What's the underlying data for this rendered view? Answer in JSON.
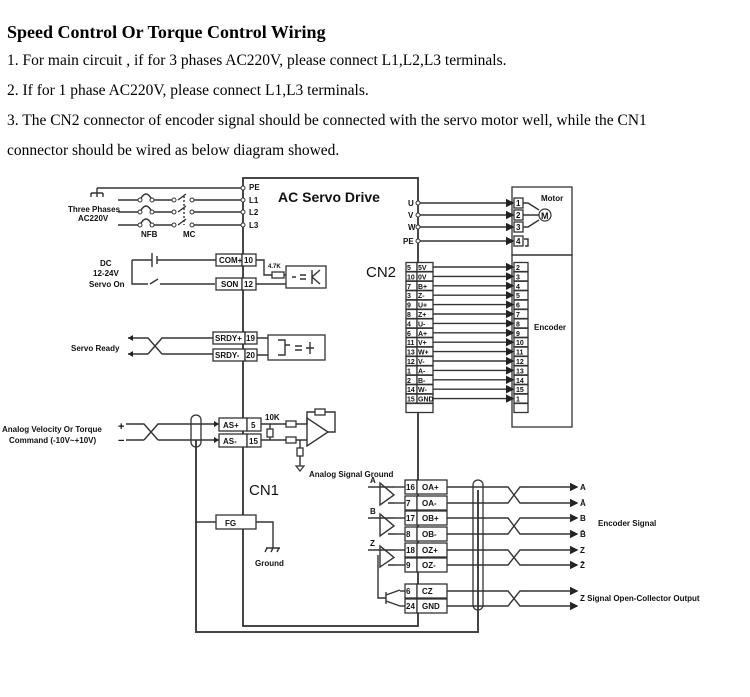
{
  "document": {
    "title": "Speed Control Or Torque Control Wiring",
    "paragraphs": [
      "1. For main circuit , if for 3 phases AC220V, please connect L1,L2,L3 terminals.",
      "2. If for 1 phase AC220V, please connect L1,L3 terminals.",
      "3. The CN2 connector of encoder signal should be connected with the servo motor well, while the CN1",
      "connector should be wired as below diagram showed."
    ]
  },
  "diagram": {
    "drive_title": "AC Servo Drive",
    "cn1_label": "CN1",
    "cn2_label": "CN2",
    "power": {
      "source_label_1": "Three Phases",
      "source_label_2": "AC220V",
      "nfb_label": "NFB",
      "mc_label": "MC",
      "terminals": [
        "PE",
        "L1",
        "L2",
        "L3"
      ]
    },
    "motor": {
      "label": "Motor",
      "symbol": "M",
      "drive_terminals": [
        "U",
        "V",
        "W",
        "PE"
      ],
      "pins": [
        "1",
        "2",
        "3",
        "4"
      ]
    },
    "encoder": {
      "label": "Encoder",
      "cn2_pins": [
        {
          "pin": "5",
          "name": "5V",
          "enc": "2"
        },
        {
          "pin": "10",
          "name": "0V",
          "enc": "3"
        },
        {
          "pin": "7",
          "name": "B+",
          "enc": "4"
        },
        {
          "pin": "3",
          "name": "Z-",
          "enc": "5"
        },
        {
          "pin": "9",
          "name": "U+",
          "enc": "6"
        },
        {
          "pin": "8",
          "name": "Z+",
          "enc": "7"
        },
        {
          "pin": "4",
          "name": "U-",
          "enc": "8"
        },
        {
          "pin": "6",
          "name": "A+",
          "enc": "9"
        },
        {
          "pin": "11",
          "name": "V+",
          "enc": "10"
        },
        {
          "pin": "13",
          "name": "W+",
          "enc": "11"
        },
        {
          "pin": "12",
          "name": "V-",
          "enc": "12"
        },
        {
          "pin": "1",
          "name": "A-",
          "enc": "13"
        },
        {
          "pin": "2",
          "name": "B-",
          "enc": "14"
        },
        {
          "pin": "14",
          "name": "W-",
          "enc": "15"
        },
        {
          "pin": "15",
          "name": "GND",
          "enc": "1"
        }
      ]
    },
    "servo_on": {
      "label_1": "DC",
      "label_2": "12-24V",
      "label_3": "Servo On",
      "com_name": "COM+",
      "com_pin": "10",
      "son_name": "SON",
      "son_pin": "12",
      "resistor": "4.7K"
    },
    "servo_ready": {
      "label": "Servo Ready",
      "plus_name": "SRDY+",
      "plus_pin": "19",
      "minus_name": "SRDY-",
      "minus_pin": "20"
    },
    "analog": {
      "label_1": "Analog Velocity Or Torque",
      "label_2": "Command (-10V~+10V)",
      "plus_sign": "+",
      "minus_sign": "−",
      "asp_name": "AS+",
      "asp_pin": "5",
      "asm_name": "AS-",
      "asm_pin": "15",
      "resistor": "10K",
      "ground_label": "Analog Signal Ground"
    },
    "fg": {
      "label": "FG",
      "ground_label": "Ground"
    },
    "encoder_out": {
      "channels": [
        "A",
        "B",
        "Z"
      ],
      "pins": [
        {
          "pin": "16",
          "name": "OA+",
          "out": "A"
        },
        {
          "pin": "7",
          "name": "OA-",
          "out": "Ā"
        },
        {
          "pin": "17",
          "name": "OB+",
          "out": "B"
        },
        {
          "pin": "8",
          "name": "OB-",
          "out": "B̄"
        },
        {
          "pin": "18",
          "name": "OZ+",
          "out": "Z"
        },
        {
          "pin": "9",
          "name": "OZ-",
          "out": "Z̄"
        }
      ],
      "label": "Encoder Signal"
    },
    "open_collector": {
      "pins": [
        {
          "pin": "6",
          "name": "CZ"
        },
        {
          "pin": "24",
          "name": "GND"
        }
      ],
      "label": "Z Signal Open-Collector Output"
    }
  }
}
